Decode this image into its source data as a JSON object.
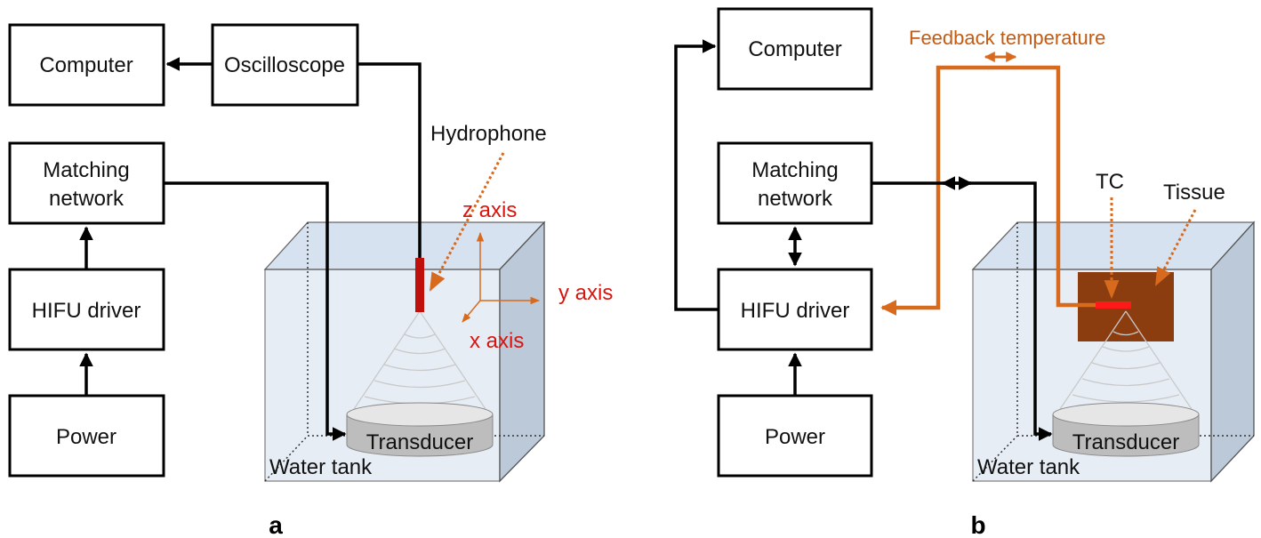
{
  "colors": {
    "box_stroke": "#000000",
    "axis_label": "#d9140e",
    "feedback": "#d86a1e",
    "tank_fill": "#dbe5f1",
    "tissue": "#8b3d10",
    "hydrophone": "#c0100c",
    "tc_sensor": "#ff1a1a",
    "transducer": "#c8c8c8"
  },
  "panel_a": {
    "label": "a",
    "computer": "Computer",
    "oscilloscope": "Oscilloscope",
    "matching_line1": "Matching",
    "matching_line2": "network",
    "hifu_driver": "HIFU driver",
    "power": "Power",
    "hydrophone": "Hydrophone",
    "z_axis": "z axis",
    "y_axis": "y axis",
    "x_axis": "x axis",
    "transducer": "Transducer",
    "water_tank": "Water tank"
  },
  "panel_b": {
    "label": "b",
    "computer": "Computer",
    "feedback": "Feedback temperature",
    "matching_line1": "Matching",
    "matching_line2": "network",
    "hifu_driver": "HIFU driver",
    "power": "Power",
    "tc": "TC",
    "tissue": "Tissue",
    "transducer": "Transducer",
    "water_tank": "Water tank"
  }
}
